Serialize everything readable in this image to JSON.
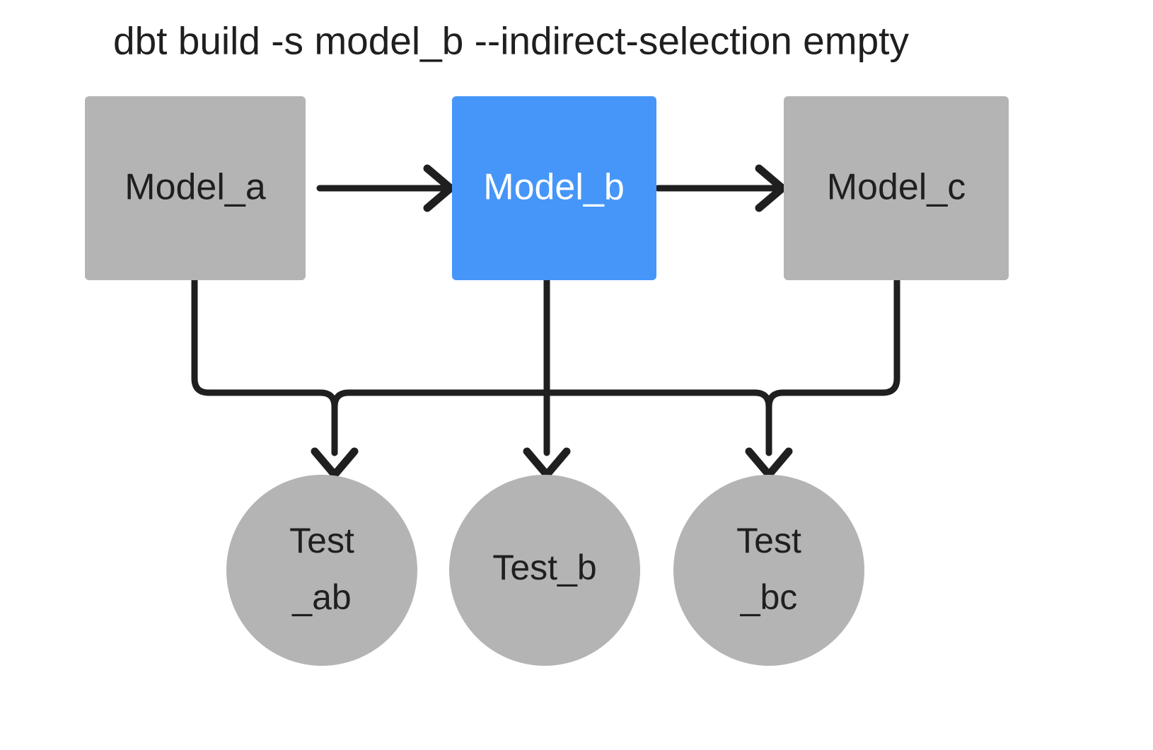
{
  "title": "dbt build -s model_b --indirect-selection empty",
  "colors": {
    "background": "#ffffff",
    "node_gray": "#b4b4b4",
    "node_selected_blue": "#4596f8",
    "edge_stroke": "#1f1f1f",
    "text_dark": "#1f1f1f",
    "text_light": "#ffffff"
  },
  "models": [
    {
      "id": "model_a",
      "label": "Model_a",
      "state": "unselected",
      "fill": "#b4b4b4",
      "text_color": "#1f1f1f"
    },
    {
      "id": "model_b",
      "label": "Model_b",
      "state": "selected",
      "fill": "#4596f8",
      "text_color": "#ffffff"
    },
    {
      "id": "model_c",
      "label": "Model_c",
      "state": "unselected",
      "fill": "#b4b4b4",
      "text_color": "#1f1f1f"
    }
  ],
  "tests": [
    {
      "id": "test_ab",
      "label_line1": "Test",
      "label_line2": "_ab",
      "label": "Test_ab",
      "state": "unselected",
      "fill": "#b4b4b4",
      "text_color": "#1f1f1f"
    },
    {
      "id": "test_b",
      "label_line1": "Test_b",
      "label_line2": "",
      "label": "Test_b",
      "state": "unselected",
      "fill": "#b4b4b4",
      "text_color": "#1f1f1f"
    },
    {
      "id": "test_bc",
      "label_line1": "Test",
      "label_line2": "_bc",
      "label": "Test_bc",
      "state": "unselected",
      "fill": "#b4b4b4",
      "text_color": "#1f1f1f"
    }
  ],
  "edges": [
    {
      "from": "model_a",
      "to": "model_b",
      "kind": "model-to-model"
    },
    {
      "from": "model_b",
      "to": "model_c",
      "kind": "model-to-model"
    },
    {
      "from": "model_a",
      "to": "test_ab",
      "kind": "model-to-test"
    },
    {
      "from": "model_b",
      "to": "test_ab",
      "kind": "model-to-test"
    },
    {
      "from": "model_b",
      "to": "test_b",
      "kind": "model-to-test"
    },
    {
      "from": "model_b",
      "to": "test_bc",
      "kind": "model-to-test"
    },
    {
      "from": "model_c",
      "to": "test_bc",
      "kind": "model-to-test"
    }
  ]
}
